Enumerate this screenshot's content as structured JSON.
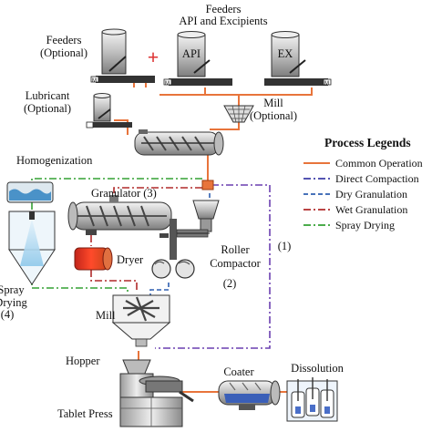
{
  "labels": {
    "feeders_api_title_1": "Feeders",
    "feeders_api_title_2": "API and Excipients",
    "feeders_optional_1": "Feeders",
    "feeders_optional_2": "(Optional)",
    "api": "API",
    "ex": "EX",
    "plus": "+",
    "lubricant_1": "Lubricant",
    "lubricant_2": "(Optional)",
    "mill_optional_1": "Mill",
    "mill_optional_2": "(Optional)",
    "homogenization": "Homogenization",
    "granulator": "Granulator (3)",
    "dryer": "Dryer",
    "roller_1": "Roller",
    "roller_2": "Compactor",
    "roller_3": "(2)",
    "spray_1": "Spray",
    "spray_2": "Drying",
    "spray_3": "(4)",
    "route_1": "(1)",
    "mill": "Mill",
    "hopper": "Hopper",
    "tablet_press": "Tablet Press",
    "coater": "Coater",
    "dissolution": "Dissolution"
  },
  "legend": {
    "title": "Process Legends",
    "items": [
      {
        "label": "Common Operation",
        "color": "#e8743b",
        "dash": "solid"
      },
      {
        "label": "Direct Compaction",
        "color": "#3c3ca8",
        "dash": "dashdot"
      },
      {
        "label": "Dry Granulation",
        "color": "#2f5fb0",
        "dash": "dash"
      },
      {
        "label": "Wet Granulation",
        "color": "#b02a2a",
        "dash": "dashdot"
      },
      {
        "label": "Spray Drying",
        "color": "#33a033",
        "dash": "dashdot"
      }
    ]
  },
  "colors": {
    "common": "#e8743b",
    "direct": "#6a3fb0",
    "dry": "#2f5fb0",
    "wet": "#b02a2a",
    "spray": "#33a033",
    "equipment_fill": "#d9d9d9",
    "equipment_stroke": "#333333"
  }
}
